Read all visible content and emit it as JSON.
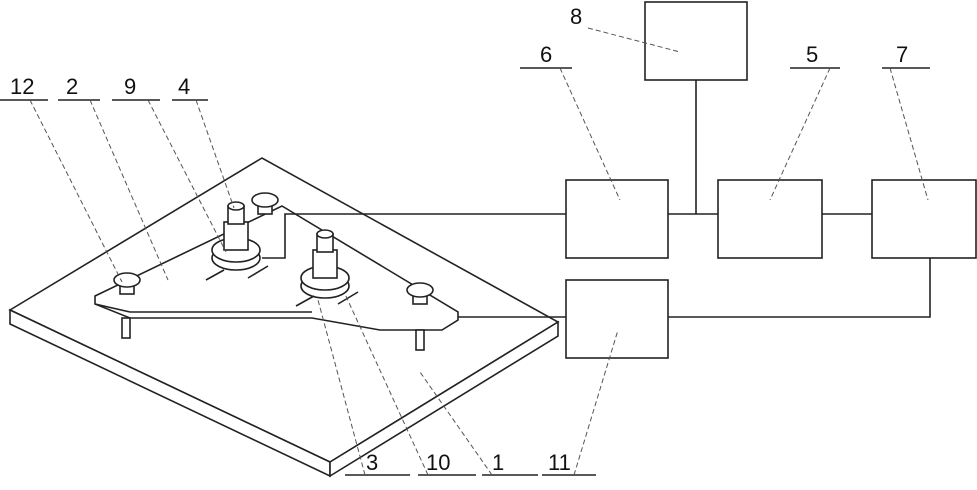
{
  "labels": {
    "l12": "12",
    "l2": "2",
    "l9": "9",
    "l4": "4",
    "l6": "6",
    "l8": "8",
    "l5": "5",
    "l7": "7",
    "l3": "3",
    "l10": "10",
    "l1": "1",
    "l11": "11"
  }
}
